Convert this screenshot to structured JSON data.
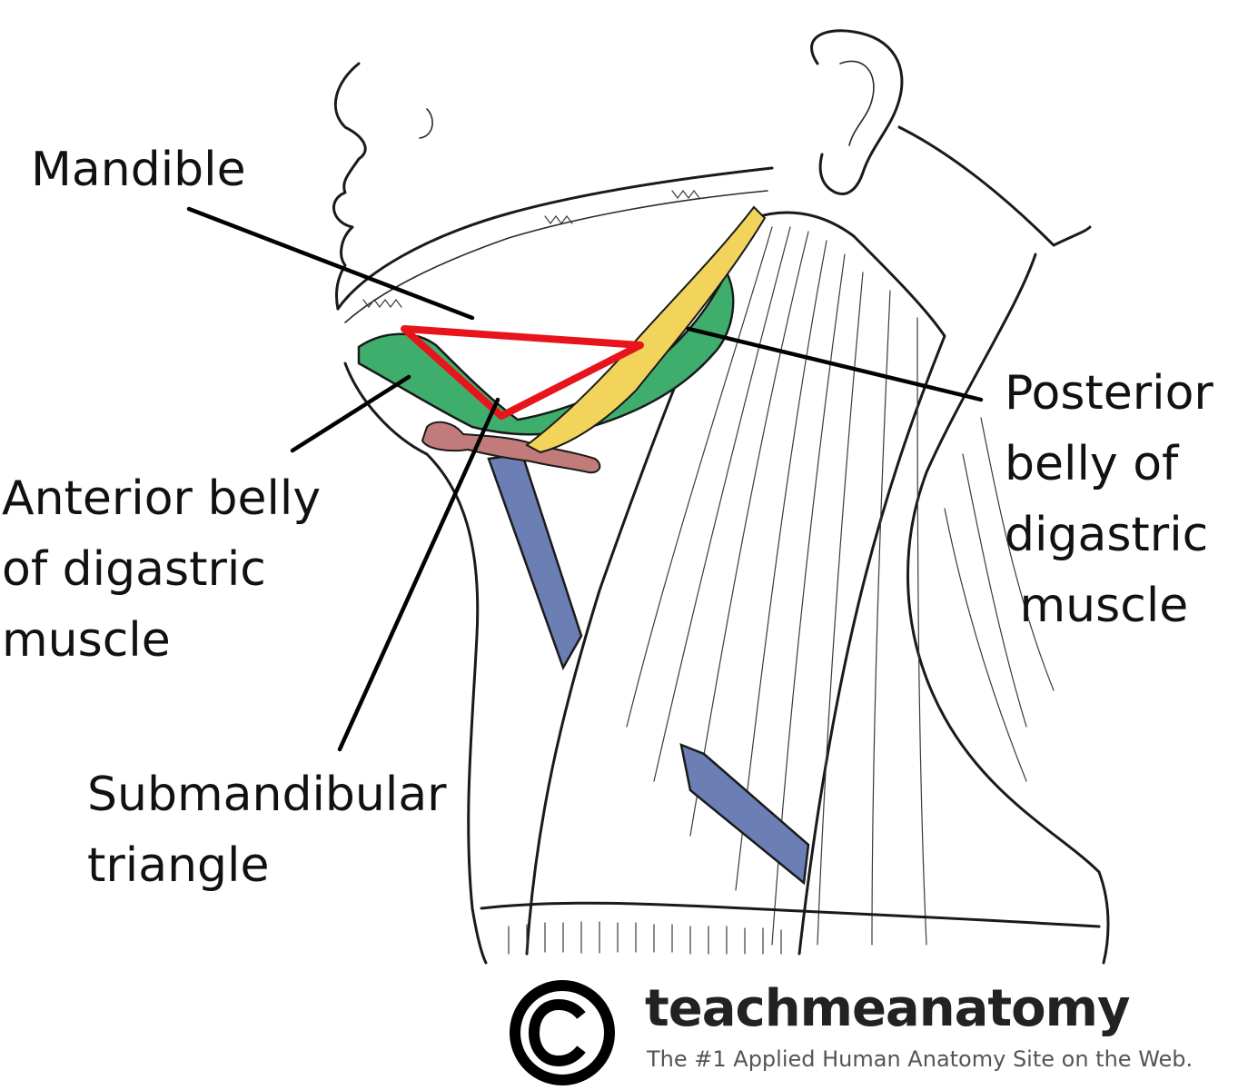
{
  "labels": {
    "mandible": "Mandible",
    "anterior_belly": "Anterior belly\nof digastric\nmuscle",
    "posterior_belly": "Posterior\nbelly of\ndigastric\n muscle",
    "submandibular_triangle": "Submandibular\ntriangle"
  },
  "branding": {
    "name": "teachmeanatomy",
    "tagline": "The #1 Applied Human Anatomy Site on the Web.",
    "icon": "copyright-icon"
  },
  "colors": {
    "triangle_outline": "#e8141c",
    "digastric_muscle": "#3fae6d",
    "stylohyoid_tendon": "#f2d45c",
    "omohyoid": "#6c7fb5",
    "hyoid": "#c07b7a"
  }
}
